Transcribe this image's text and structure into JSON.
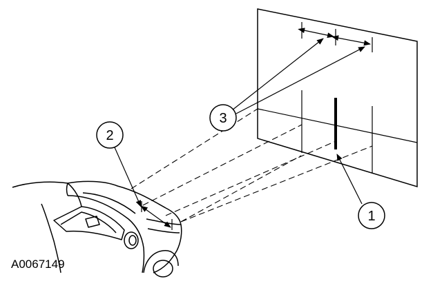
{
  "figure": {
    "id_label": "A0067149"
  },
  "callouts": [
    {
      "number": "1",
      "target": "headlamp-beam-centerline-mark"
    },
    {
      "number": "2",
      "target": "headlamp-separation"
    },
    {
      "number": "3",
      "target": "screen-separation-marks"
    }
  ],
  "colors": {
    "ink": "#000000",
    "paper": "#ffffff"
  }
}
